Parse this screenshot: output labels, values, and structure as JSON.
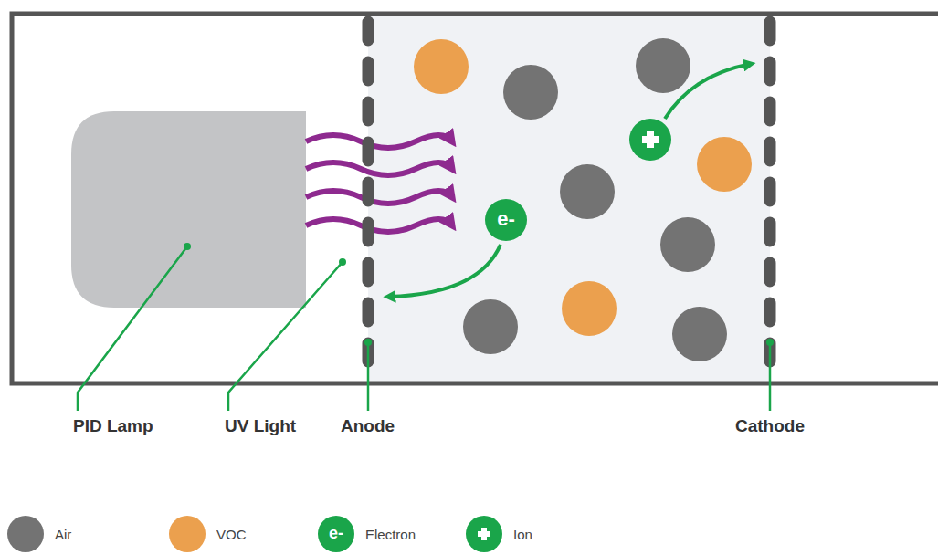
{
  "diagram": {
    "nodes": [
      {
        "text": [
          "e-"
        ]
      }
    ],
    "labels": [
      "PID Lamp",
      "UV Light",
      "Anode",
      "Cathode",
      "e-"
    ],
    "legend": [
      {
        "text": "Air",
        "color": "#737373"
      },
      {
        "text": "VOC",
        "color": "#eba04e"
      },
      {
        "text": "Electron",
        "color": "#1aa54a"
      },
      {
        "text": "Ion",
        "color": "#1aa54a"
      }
    ]
  }
}
